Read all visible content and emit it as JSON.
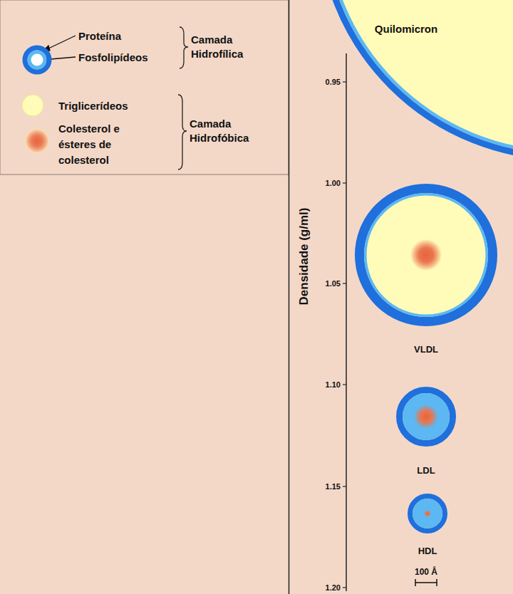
{
  "diagram": {
    "nodes": [
      {
        "text": [
          "Quilomicron"
        ]
      },
      {
        "text": [
          "VLDL"
        ]
      },
      {
        "text": [
          "LDL"
        ]
      },
      {
        "text": [
          "HDL"
        ]
      }
    ],
    "labels": [
      "Camada Hidrofílica",
      "Camada Hidrofóbica",
      "Densidade (g/ml)",
      "0.95",
      "1.00",
      "1.05",
      "1.10",
      "1.15",
      "1.20",
      "100 Å"
    ],
    "legend": [
      {
        "text": "Proteína",
        "color": "#1f6fdc"
      },
      {
        "text": "Fosfolipídeos",
        "color": "#5cb8f2"
      },
      {
        "text": "Triglicerídeos",
        "color": "#fffbb8"
      },
      {
        "text": "Colesterol e ésteres de colesterol",
        "color": "#e8643a"
      }
    ]
  }
}
